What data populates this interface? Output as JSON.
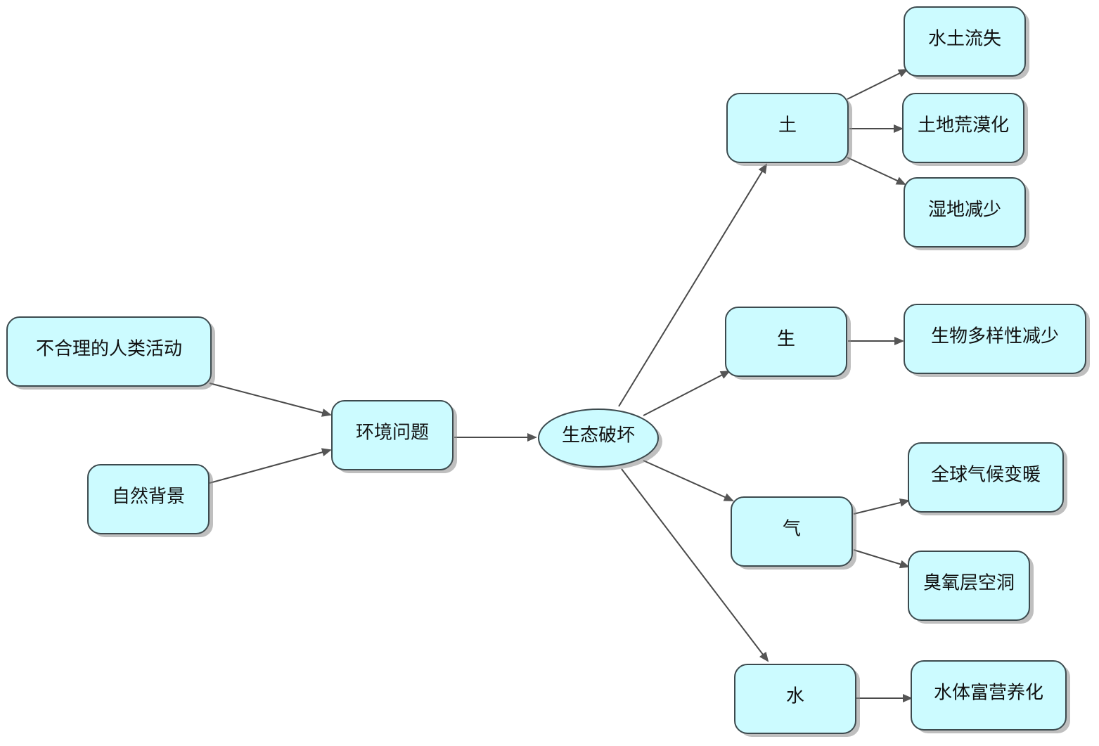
{
  "colors": {
    "node_fill": "#ccfbff",
    "node_stroke": "#3c4a4e",
    "edge": "#4a4a4a",
    "arrowhead": "#555555",
    "shadow": "#8a8a8a"
  },
  "nodes": {
    "unreasonable_activity": "不合理的人类活动",
    "natural_background": "自然背景",
    "environment_problem": "环境问题",
    "ecological_damage": "生态破坏",
    "soil": "土",
    "life": "生",
    "air": "气",
    "water": "水",
    "soil_erosion": "水土流失",
    "desertification": "土地荒漠化",
    "wetland_loss": "湿地减少",
    "biodiversity_loss": "生物多样性减少",
    "global_warming": "全球气候变暖",
    "ozone_hole": "臭氧层空洞",
    "eutrophication": "水体富营养化"
  },
  "edges": [
    {
      "from": "unreasonable_activity",
      "to": "environment_problem"
    },
    {
      "from": "natural_background",
      "to": "environment_problem"
    },
    {
      "from": "environment_problem",
      "to": "ecological_damage"
    },
    {
      "from": "ecological_damage",
      "to": "soil"
    },
    {
      "from": "ecological_damage",
      "to": "life"
    },
    {
      "from": "ecological_damage",
      "to": "air"
    },
    {
      "from": "ecological_damage",
      "to": "water"
    },
    {
      "from": "soil",
      "to": "soil_erosion"
    },
    {
      "from": "soil",
      "to": "desertification"
    },
    {
      "from": "soil",
      "to": "wetland_loss"
    },
    {
      "from": "life",
      "to": "biodiversity_loss"
    },
    {
      "from": "air",
      "to": "global_warming"
    },
    {
      "from": "air",
      "to": "ozone_hole"
    },
    {
      "from": "water",
      "to": "eutrophication"
    }
  ]
}
